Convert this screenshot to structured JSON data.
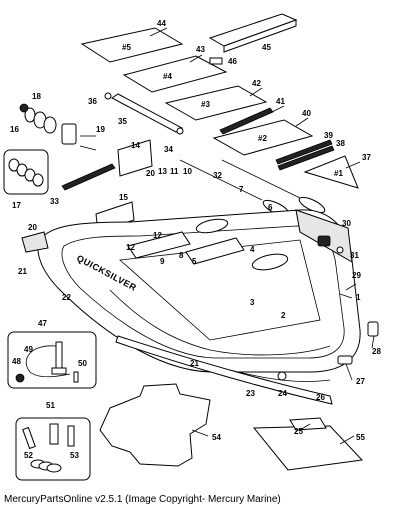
{
  "caption": "MercuryPartsOnline v2.5.1 (Image Copyright- Mercury Marine)",
  "brand_text": "QUICKSILVER",
  "floor_panels": [
    {
      "key": "p5",
      "label": "#5"
    },
    {
      "key": "p4",
      "label": "#4"
    },
    {
      "key": "p3",
      "label": "#3"
    },
    {
      "key": "p2",
      "label": "#2"
    },
    {
      "key": "p1",
      "label": "#1"
    }
  ],
  "callouts": {
    "c1": "1",
    "c2": "2",
    "c3": "3",
    "c4": "4",
    "c5": "5",
    "c6": "6",
    "c7": "7",
    "c8": "8",
    "c9": "9",
    "c10": "10",
    "c11": "11",
    "c12": "12",
    "c12b": "12",
    "c13": "13",
    "c14": "14",
    "c15": "15",
    "c16": "16",
    "c17": "17",
    "c18": "18",
    "c19": "19",
    "c20": "20",
    "c20b": "20",
    "c21": "21",
    "c21b": "21",
    "c22": "22",
    "c23": "23",
    "c24": "24",
    "c25": "25",
    "c26": "26",
    "c27": "27",
    "c28": "28",
    "c29": "29",
    "c30": "30",
    "c31": "31",
    "c32": "32",
    "c33": "33",
    "c34": "34",
    "c35": "35",
    "c36": "36",
    "c37": "37",
    "c38": "38",
    "c39": "39",
    "c40": "40",
    "c41": "41",
    "c42": "42",
    "c43": "43",
    "c44": "44",
    "c45": "45",
    "c46": "46",
    "c47": "47",
    "c48": "48",
    "c49": "49",
    "c50": "50",
    "c51": "51",
    "c52": "52",
    "c53": "53",
    "c54": "54",
    "c55": "55"
  }
}
